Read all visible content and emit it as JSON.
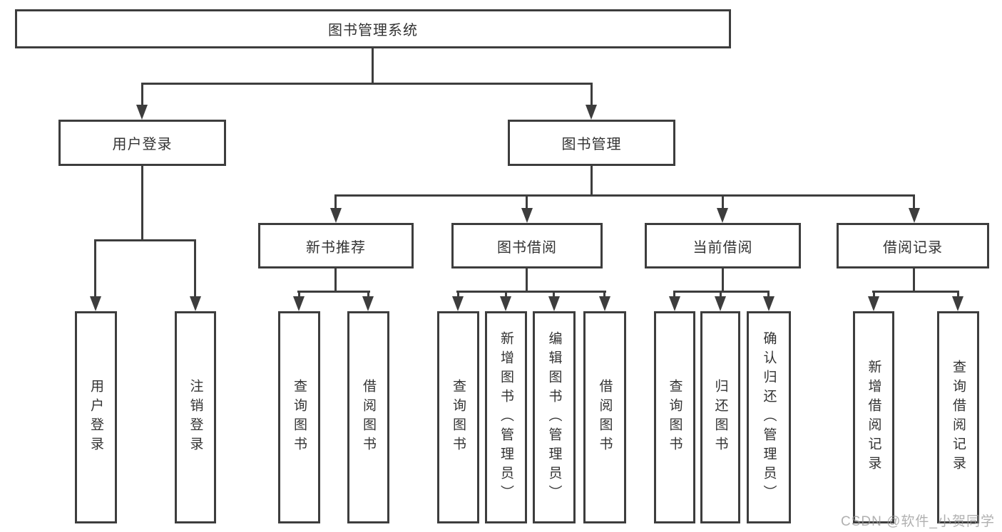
{
  "diagram": {
    "root": {
      "label": "图书管理系统"
    },
    "level2": [
      {
        "label": "用户登录"
      },
      {
        "label": "图书管理"
      }
    ],
    "level3": [
      {
        "label": "新书推荐"
      },
      {
        "label": "图书借阅"
      },
      {
        "label": "当前借阅"
      },
      {
        "label": "借阅记录"
      }
    ],
    "leaves": {
      "user_login": [
        "用户登录",
        "注销登录"
      ],
      "new_book": [
        "查询图书",
        "借阅图书"
      ],
      "book_borrow": [
        "查询图书",
        "新增图书（管理员）",
        "编辑图书（管理员）",
        "借阅图书"
      ],
      "current_borrow": [
        "查询图书",
        "归还图书",
        "确认归还（管理员）"
      ],
      "borrow_record": [
        "新增借阅记录",
        "查询借阅记录"
      ]
    }
  },
  "watermark": {
    "text": "CSDN @软件_小贺同学"
  },
  "colors": {
    "line": "#3d3d3d",
    "text": "#333333",
    "watermark": "#969696",
    "background": "#ffffff"
  }
}
